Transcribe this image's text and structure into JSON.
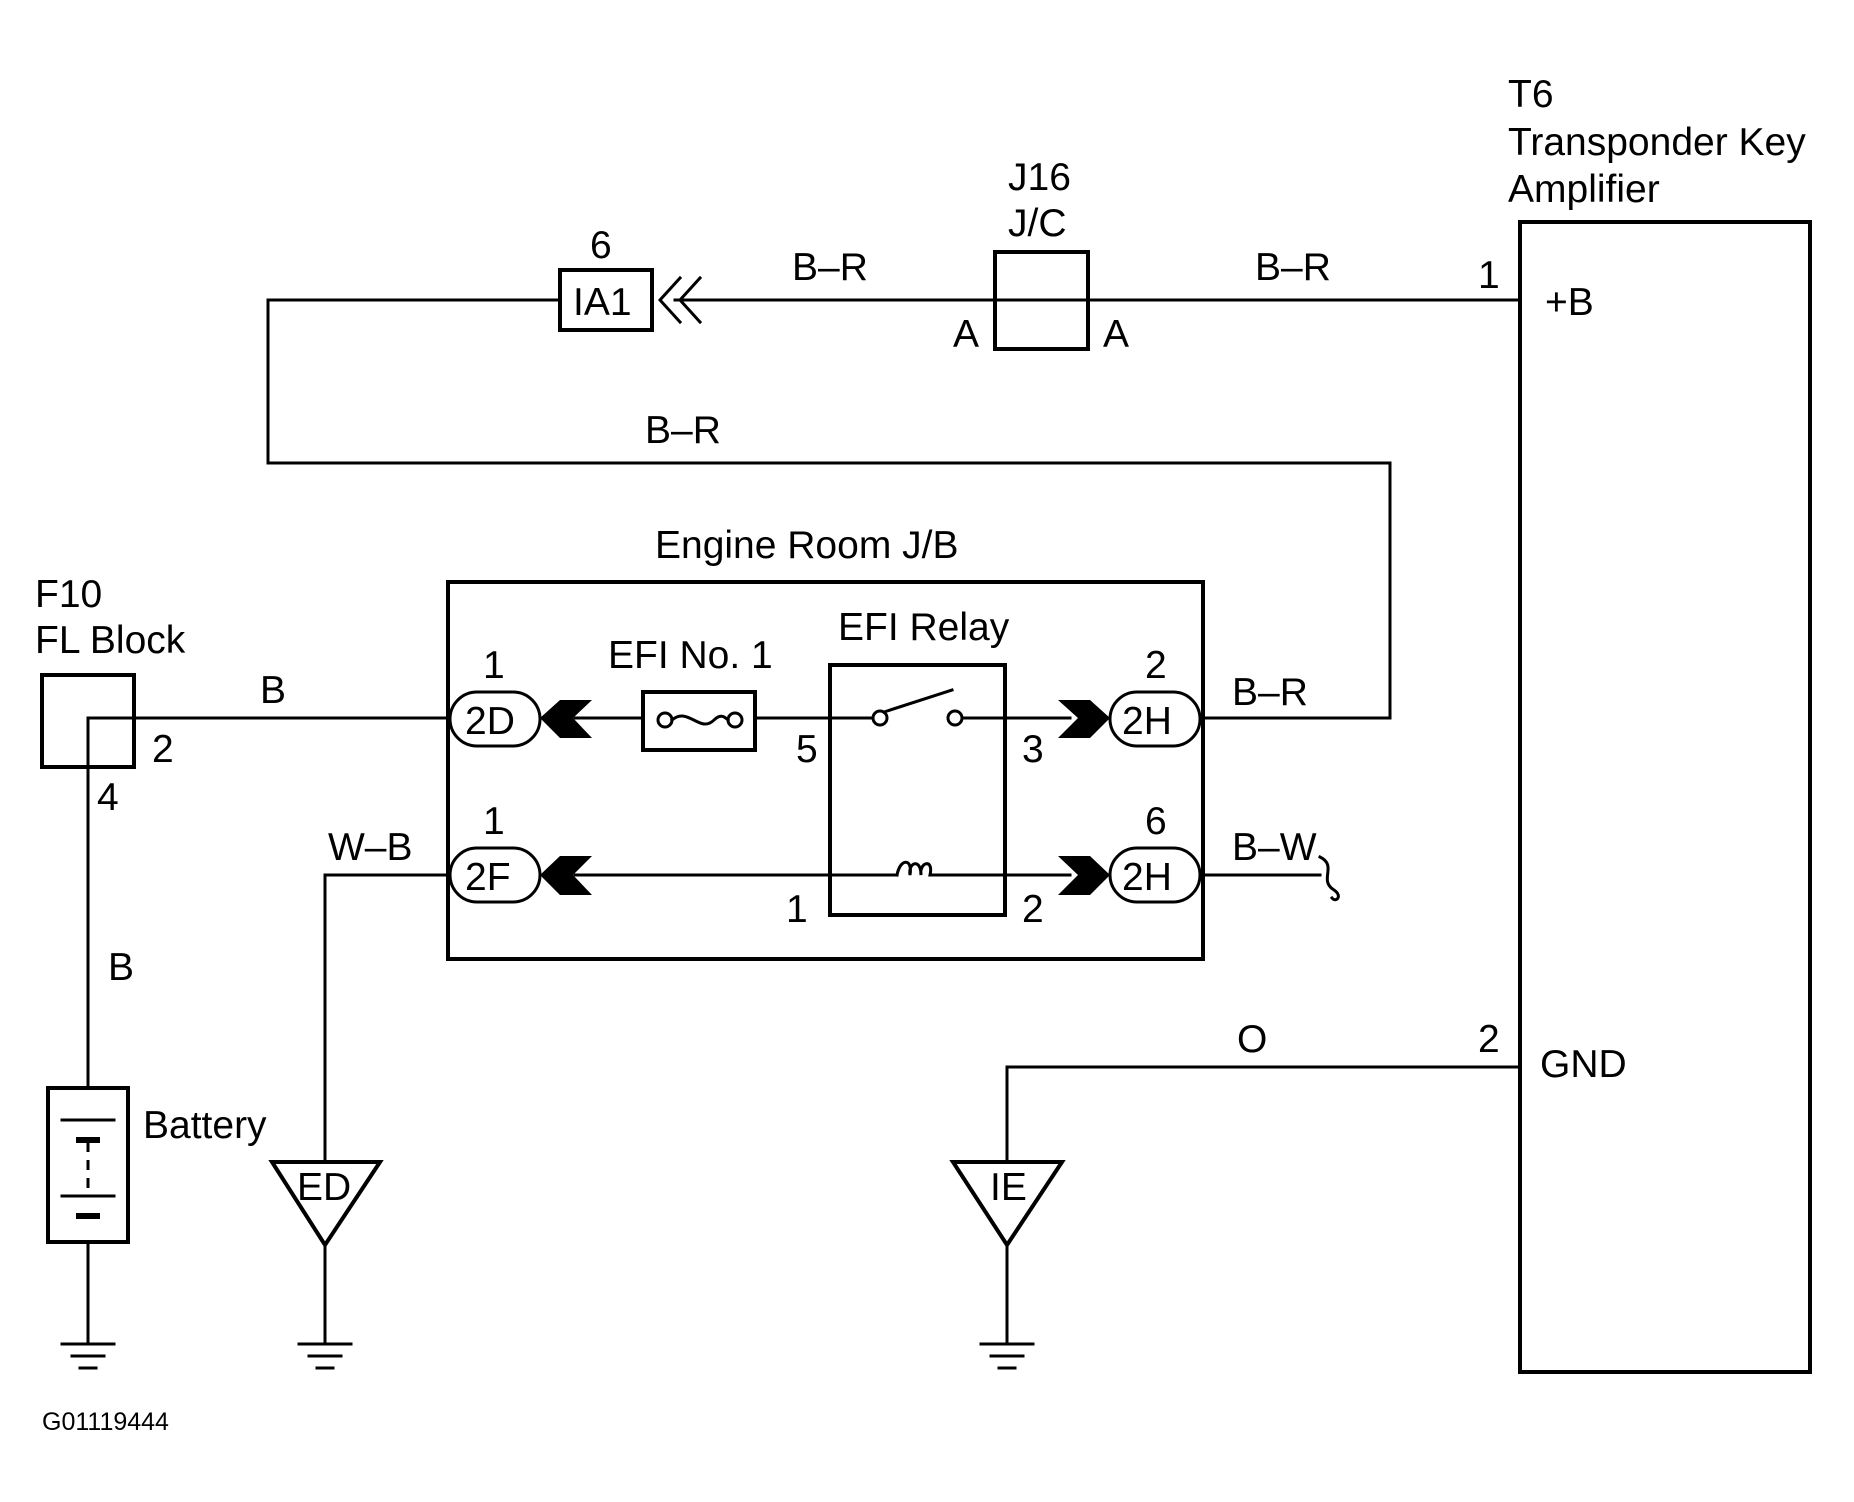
{
  "components": {
    "amplifier": {
      "code": "T6",
      "name_line1": "Transponder Key",
      "name_line2": "Amplifier",
      "pin_b": "+B",
      "pin_gnd": "GND",
      "pin1_num": "1",
      "pin2_num": "2"
    },
    "jc": {
      "code": "J16",
      "name": "J/C",
      "pin_left": "A",
      "pin_right": "A"
    },
    "connector_ia1": {
      "pin": "6",
      "label": "IA1"
    },
    "engine_room_jb": {
      "title": "Engine Room J/B"
    },
    "fl_block": {
      "code": "F10",
      "name": "FL Block",
      "pin_out": "2",
      "pin_down": "4"
    },
    "efi_fuse": {
      "label": "EFI No. 1"
    },
    "efi_relay": {
      "label": "EFI Relay",
      "pin5": "5",
      "pin3": "3",
      "pin1": "1",
      "pin2": "2"
    },
    "conn_2d": {
      "label": "2D",
      "pin": "1"
    },
    "conn_2f": {
      "label": "2F",
      "pin": "1"
    },
    "conn_2h_top": {
      "label": "2H",
      "pin": "2"
    },
    "conn_2h_bottom": {
      "label": "2H",
      "pin": "6"
    },
    "battery": {
      "label": "Battery"
    },
    "ground_ed": {
      "label": "ED"
    },
    "ground_ie": {
      "label": "IE"
    }
  },
  "wires": {
    "ia1_to_jc": "B–R",
    "jc_to_amp": "B–R",
    "loop": "B–R",
    "fl_to_2d": "B",
    "2h_out": "B–R",
    "2f_to_ed": "W–B",
    "2h_bottom_out": "B–W",
    "fl_to_battery": "B",
    "gnd_to_ie": "O"
  },
  "figure_id": "G01119444"
}
